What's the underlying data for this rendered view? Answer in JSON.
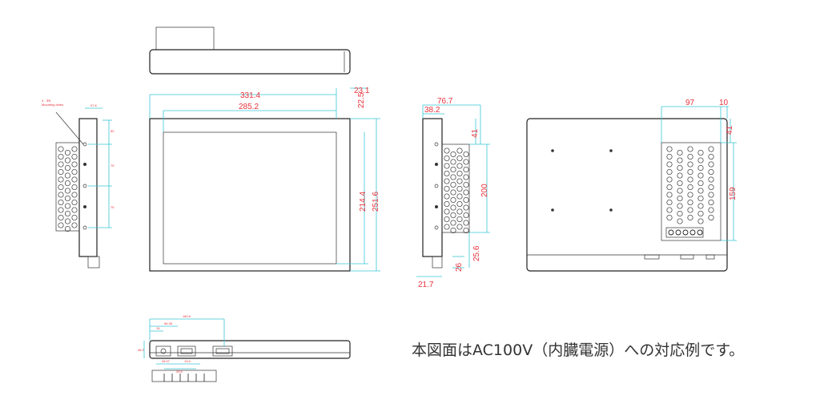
{
  "note": "本図面はAC100V（内臓電源）への対応例です。",
  "front": {
    "width": "331.4",
    "inner_width": "285.2",
    "bezel_top": "23.1",
    "bezel_side": "22.5",
    "inner_height": "214.4",
    "height": "251.6"
  },
  "right_side": {
    "depth": "76.7",
    "depth2": "38.2",
    "top_offset": "41",
    "vent_height": "200",
    "bottom_1": "25.6",
    "bottom_2": "26",
    "base": "21.7"
  },
  "back": {
    "vent_width": "97",
    "vent_side": "10",
    "top": "41",
    "vent_height": "159"
  },
  "left_side": {
    "callout_line1": "4 - Φ5",
    "callout_line2": "Mounting holes",
    "labels": [
      "97.6",
      "50",
      "75",
      "75"
    ]
  },
  "bottom": {
    "labels": [
      "160.6",
      "56.35",
      "15",
      "48.2",
      "26.07",
      "13.5",
      "25.6"
    ]
  }
}
